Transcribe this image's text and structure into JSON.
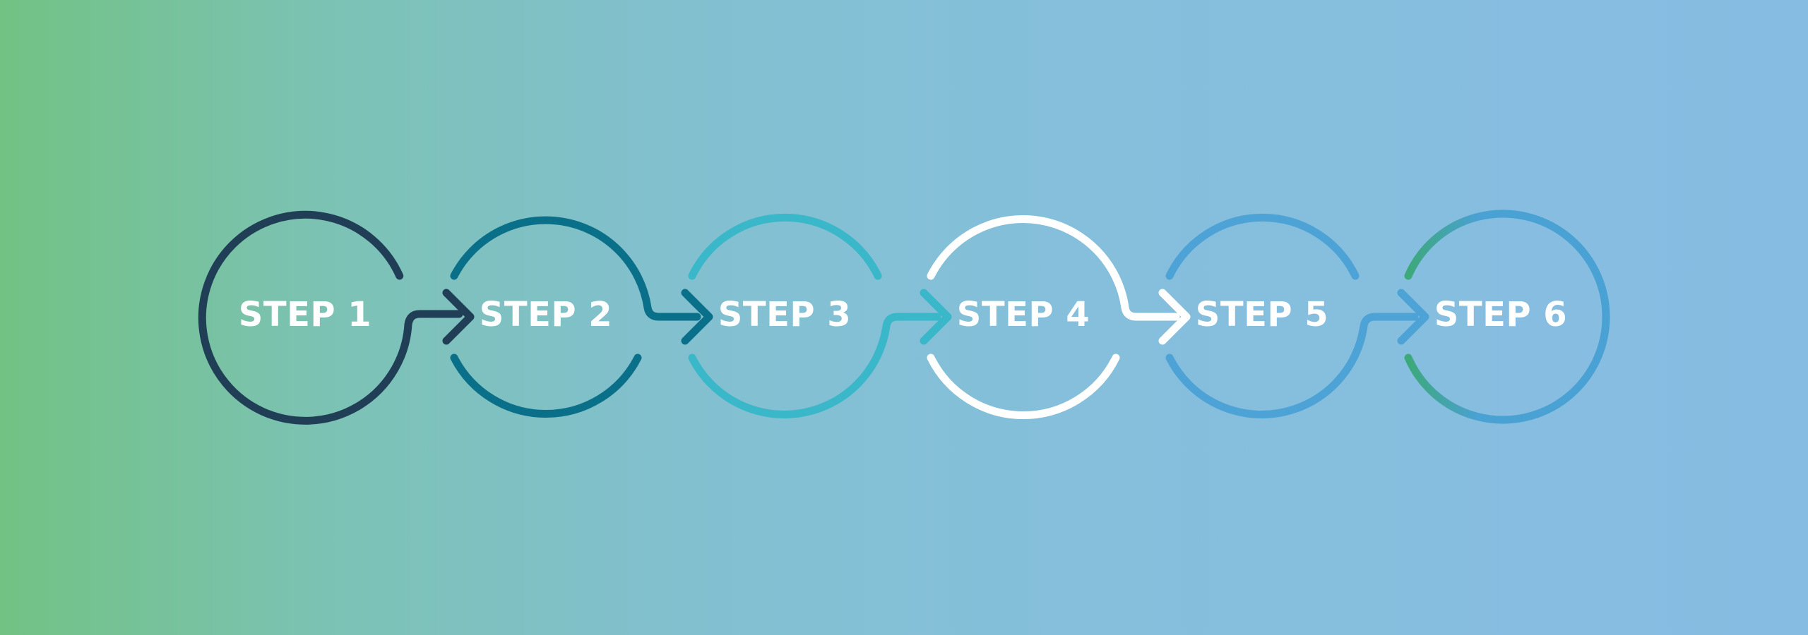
{
  "steps": [
    {
      "label": "STEP 1",
      "color": "#203e55",
      "start_color": "#203e55"
    },
    {
      "label": "STEP 2",
      "color": "#0a6f89",
      "start_color": "#0a6f89"
    },
    {
      "label": "STEP 3",
      "color": "#3ab7c8",
      "start_color": "#3ab7c8"
    },
    {
      "label": "STEP 4",
      "color": "#ffffff",
      "start_color": "#ffffff"
    },
    {
      "label": "STEP 5",
      "color": "#4da3d6",
      "start_color": "#4da3d6"
    },
    {
      "label": "STEP 6",
      "color": "#4aa1d3",
      "start_color": "#3da87a"
    }
  ],
  "background": {
    "left": "#72c284",
    "right": "#87bce2"
  }
}
